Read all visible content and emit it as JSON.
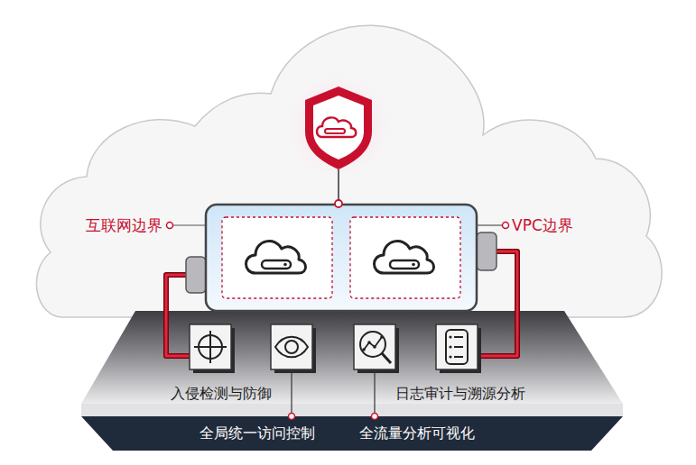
{
  "diagram": {
    "nodes": [
      {
        "text": [
          "入侵检测与防御",
          "日志审计与溯源分析"
        ]
      },
      {
        "text": [
          "全局统一访问控制",
          "全流量分析可视化"
        ]
      }
    ],
    "labels": [
      "互联网边界",
      "VPC边界"
    ]
  }
}
